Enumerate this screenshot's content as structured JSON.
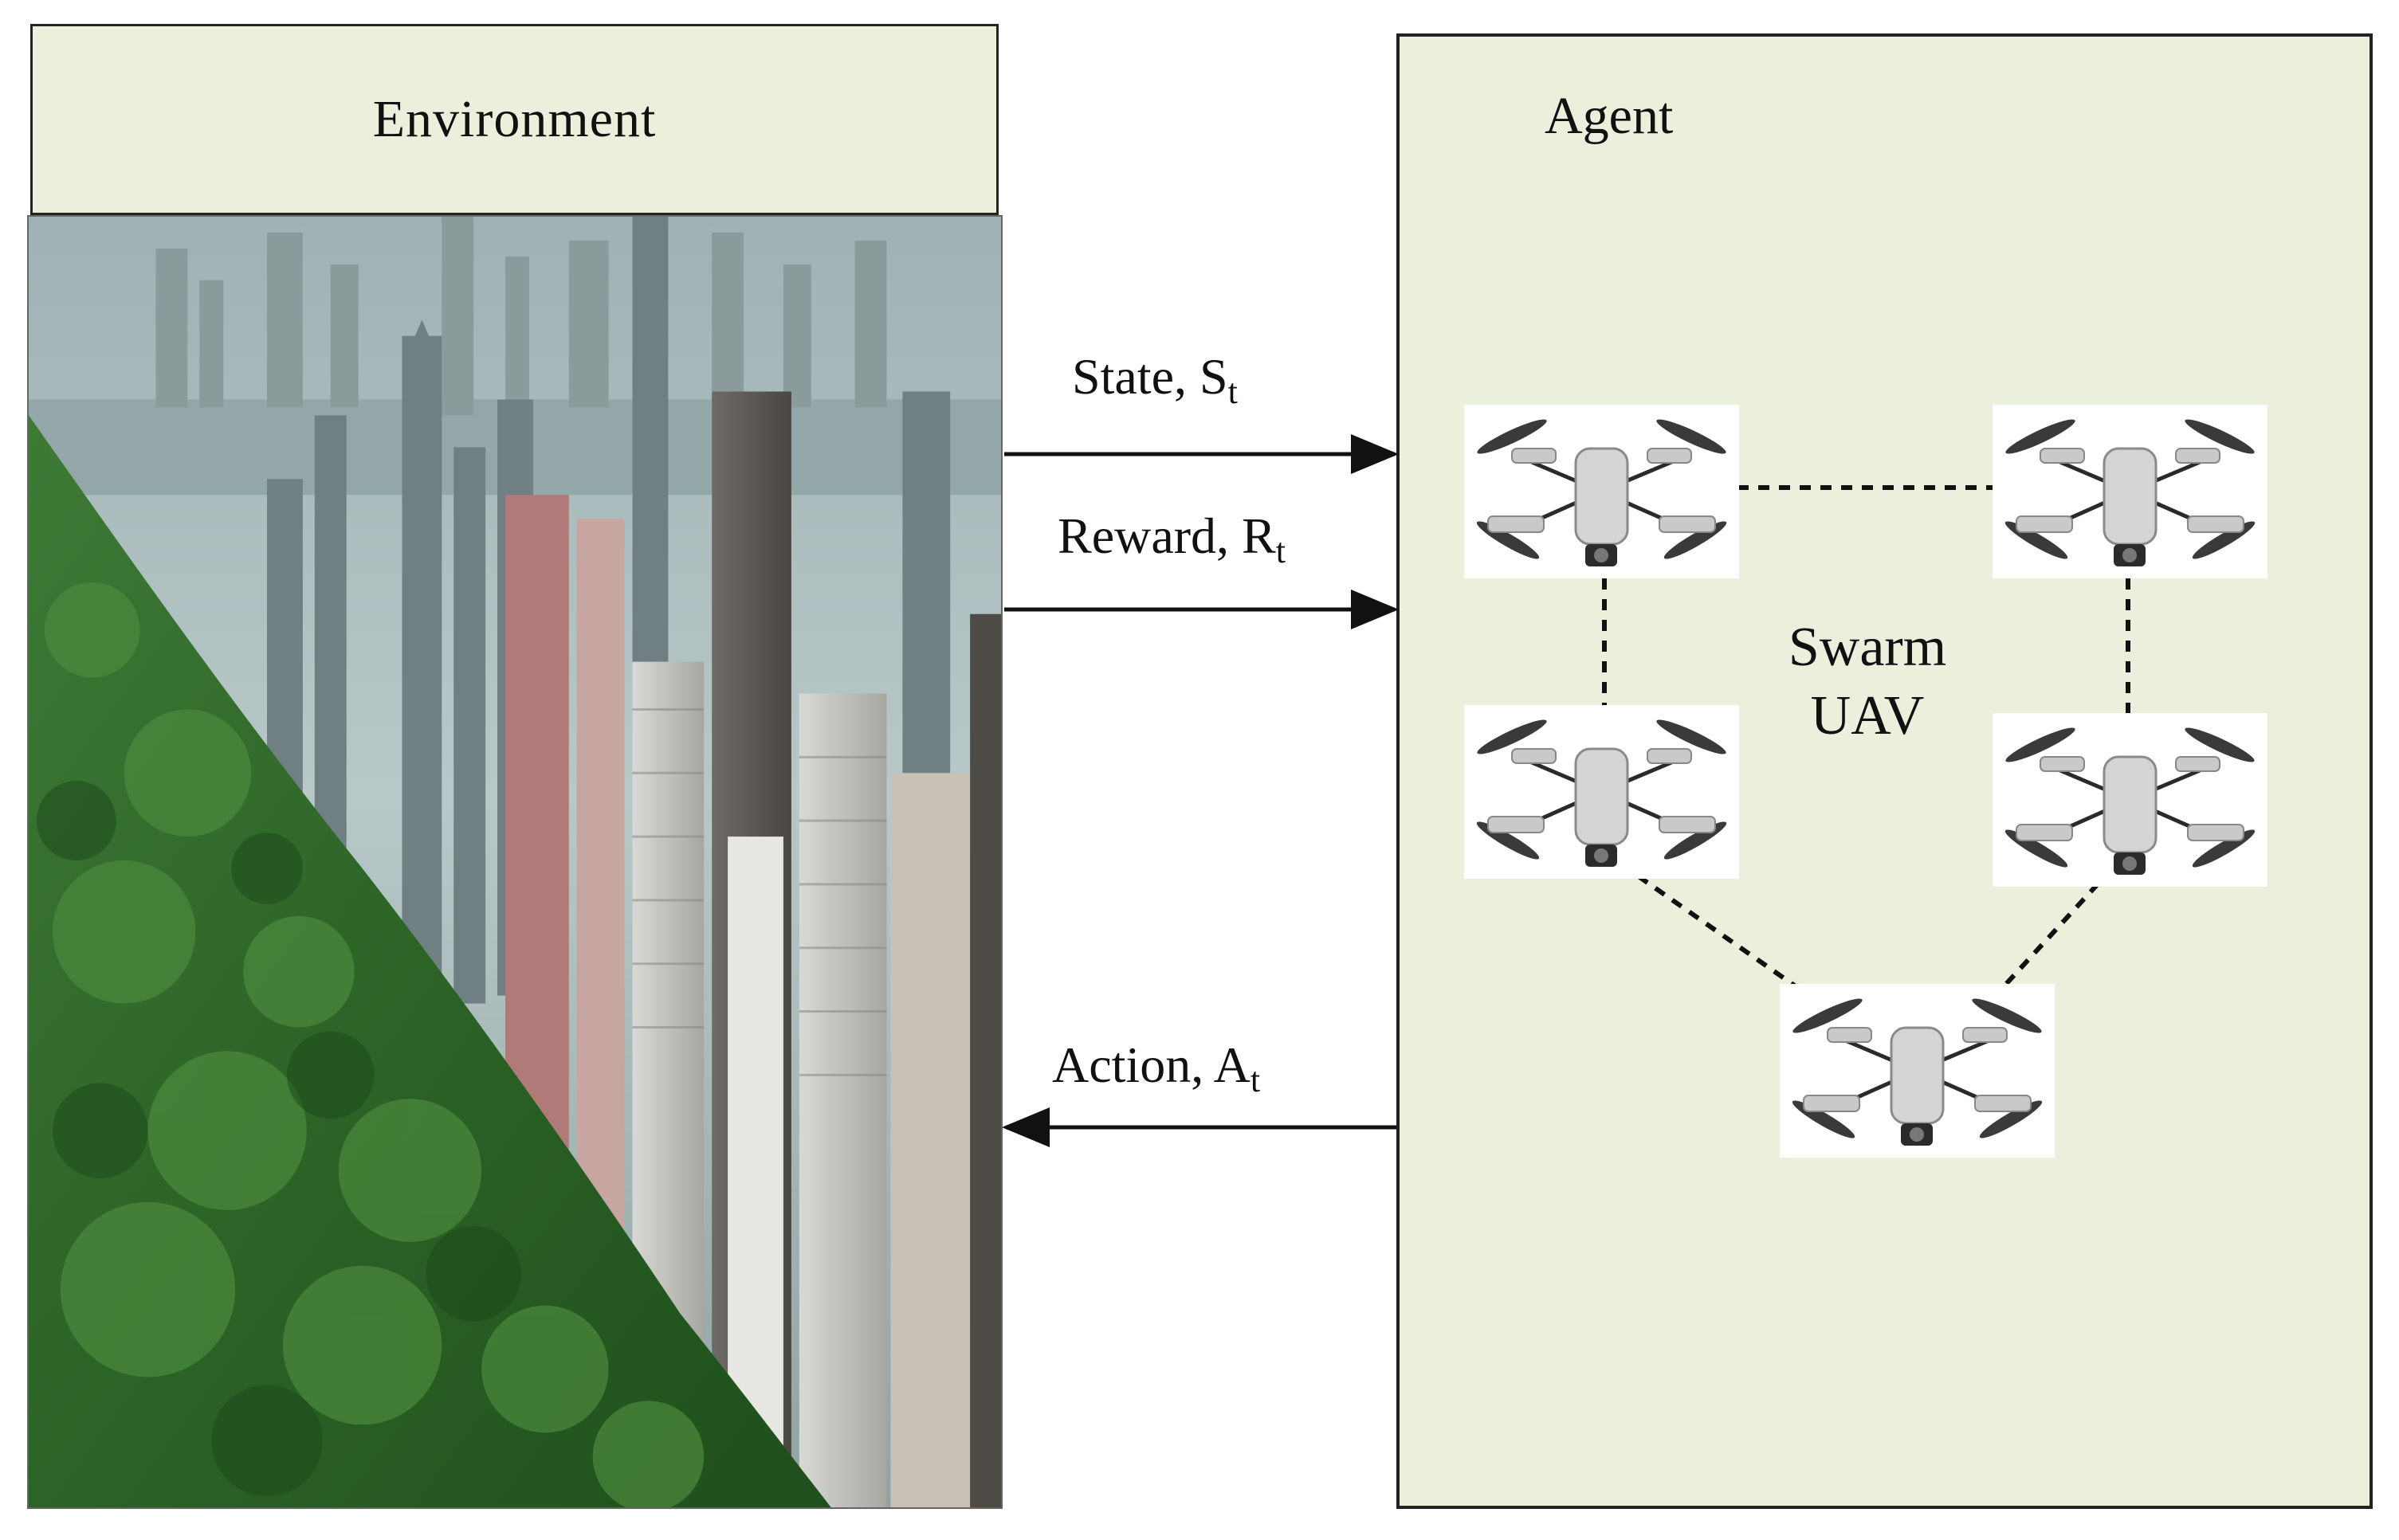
{
  "environment": {
    "title": "Environment"
  },
  "agent": {
    "title": "Agent",
    "swarm_label_line1": "Swarm",
    "swarm_label_line2": "UAV"
  },
  "edges": {
    "state": {
      "label": "State, S",
      "subscript": "t",
      "direction": "environment-to-agent"
    },
    "reward": {
      "label": "Reward, R",
      "subscript": "t",
      "direction": "environment-to-agent"
    },
    "action": {
      "label": "Action, A",
      "subscript": "t",
      "direction": "agent-to-environment"
    }
  },
  "swarm": {
    "drone_count": 5,
    "link_style": "dashed"
  },
  "colors": {
    "panel_fill": "#eaf0dc",
    "forest": "#2f6a2a",
    "sky_haze": "#b8c7c8",
    "line": "#111111"
  }
}
